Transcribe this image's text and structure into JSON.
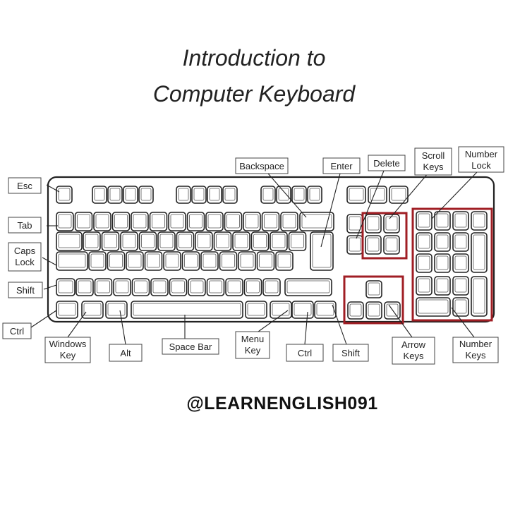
{
  "title_line1": "Introduction to",
  "title_line2": "Computer Keyboard",
  "labels": {
    "esc": "Esc",
    "tab": "Tab",
    "caps_l1": "Caps",
    "caps_l2": "Lock",
    "shift_left": "Shift",
    "ctrl_left": "Ctrl",
    "windows_l1": "Windows",
    "windows_l2": "Key",
    "alt": "Alt",
    "space_bar": "Space Bar",
    "menu_l1": "Menu",
    "menu_l2": "Key",
    "ctrl_right": "Ctrl",
    "shift_right": "Shift",
    "arrow_l1": "Arrow",
    "arrow_l2": "Keys",
    "numkeys_l1": "Number",
    "numkeys_l2": "Keys",
    "backspace": "Backspace",
    "enter": "Enter",
    "delete": "Delete",
    "scroll_l1": "Scroll",
    "scroll_l2": "Keys",
    "numlock_l1": "Number",
    "numlock_l2": "Lock"
  },
  "handle": "@LEARNENGLISH091",
  "colors": {
    "highlight": "#a01e24",
    "outline": "#222222"
  }
}
